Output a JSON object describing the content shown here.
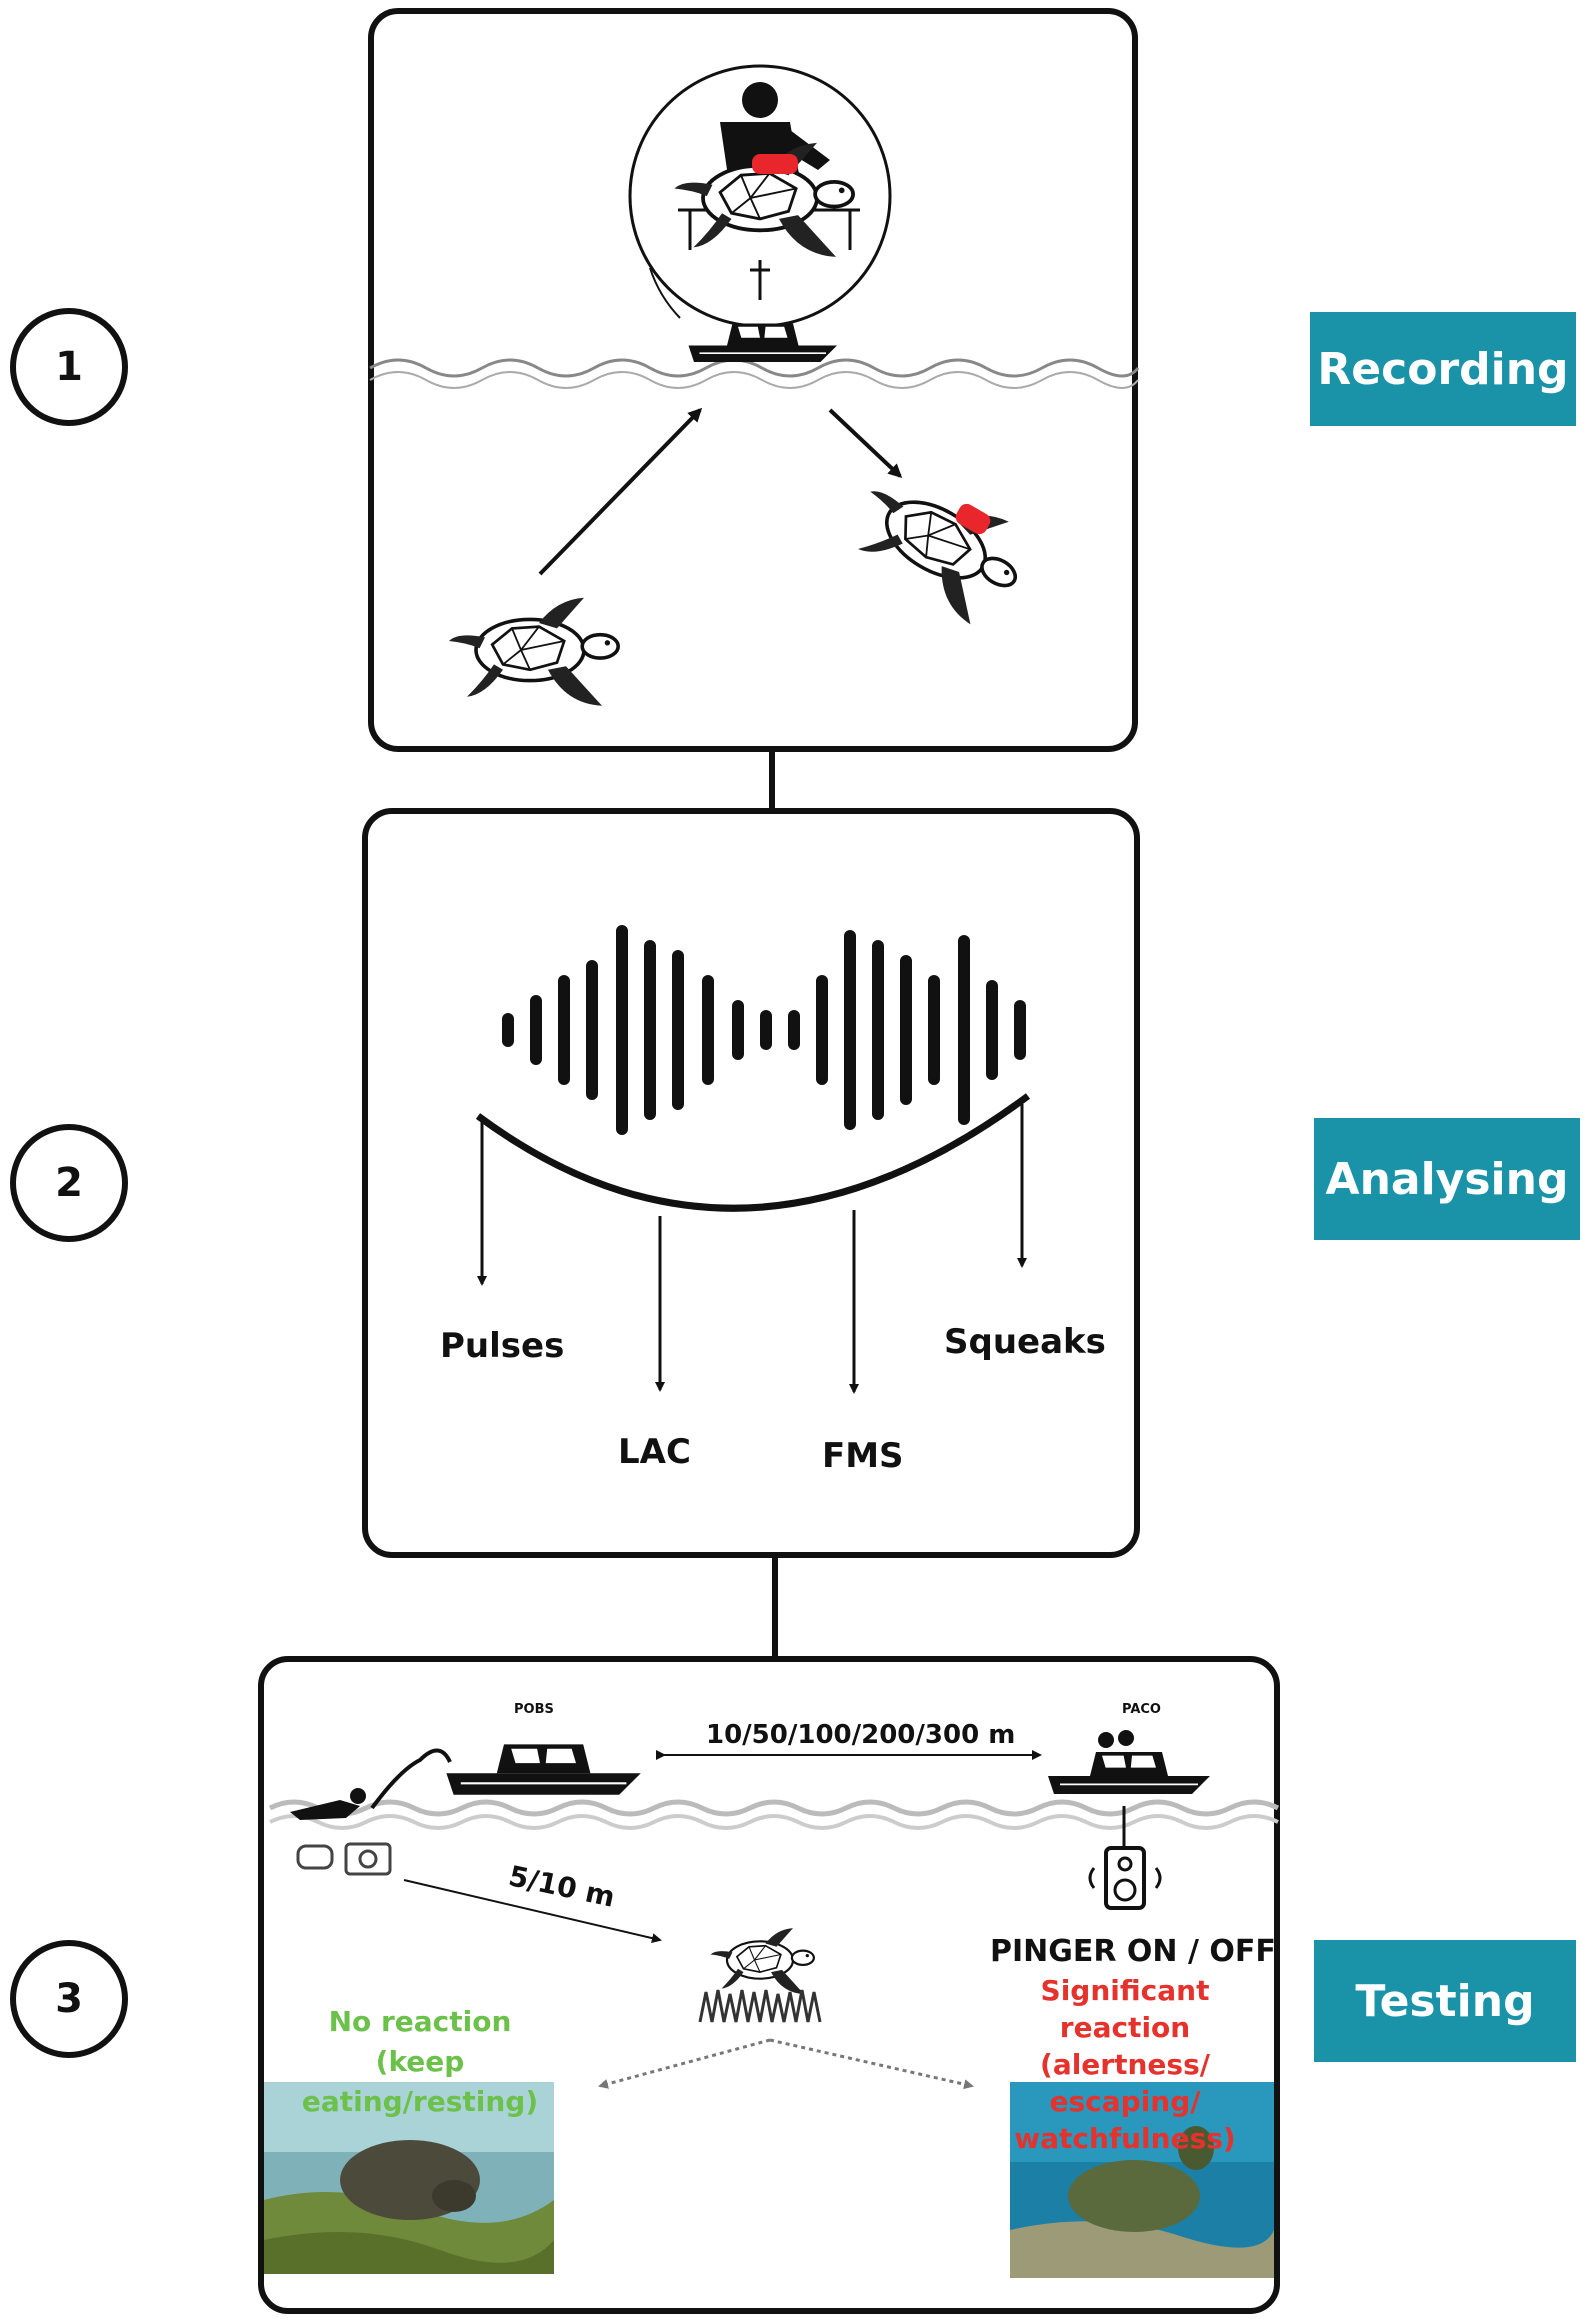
{
  "steps": [
    {
      "number": "1",
      "label": "Recording"
    },
    {
      "number": "2",
      "label": "Analysing"
    },
    {
      "number": "3",
      "label": "Testing"
    }
  ],
  "analysing": {
    "labels": {
      "pulses": "Pulses",
      "lac": "LAC",
      "fms": "FMS",
      "squeaks": "Squeaks"
    }
  },
  "testing": {
    "boat_left_name": "POBS",
    "boat_right_name": "PACO",
    "distance_boats": "10/50/100/200/300 m",
    "distance_diver": "5/10 m",
    "pinger": "PINGER ON / OFF",
    "no_reaction": "No reaction (keep eating/resting)",
    "significant_reaction": "Significant reaction (alertness/ escaping/ watchfulness)"
  },
  "colors": {
    "tag_bg": "#1a93a8",
    "no_reaction_text": "#6cc14a",
    "reaction_text": "#e5322d",
    "tag_red": "#e8262b",
    "water": "#2a7a86"
  }
}
